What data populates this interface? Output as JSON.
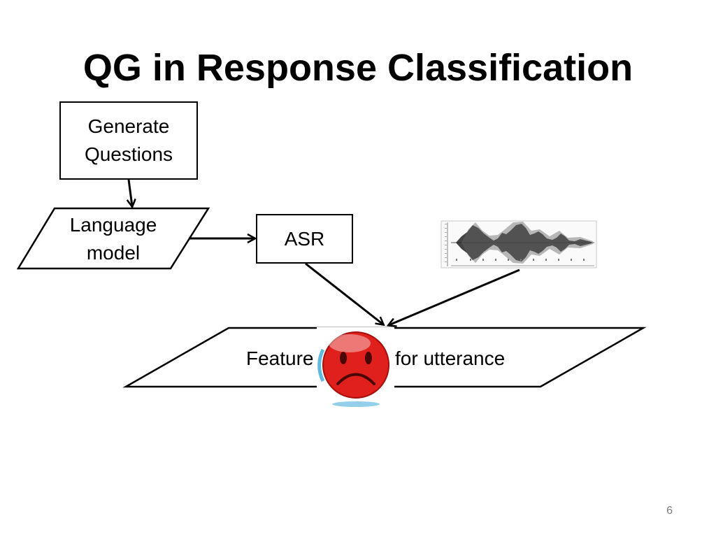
{
  "slide": {
    "title": "QG in Response Classification",
    "page_number": "6"
  },
  "diagram": {
    "generate_questions": {
      "line1": "Generate",
      "line2": "Questions"
    },
    "language_model": {
      "line1": "Language",
      "line2": "model"
    },
    "asr": "ASR",
    "features": {
      "left": "Feature",
      "right": "for utterance"
    },
    "waveform_icon": "speech-waveform",
    "sad_face_icon": "sad-face",
    "colors": {
      "stroke": "#000000",
      "sad_face_red": "#e0201c",
      "sad_face_blue": "#3aa7d8"
    }
  }
}
